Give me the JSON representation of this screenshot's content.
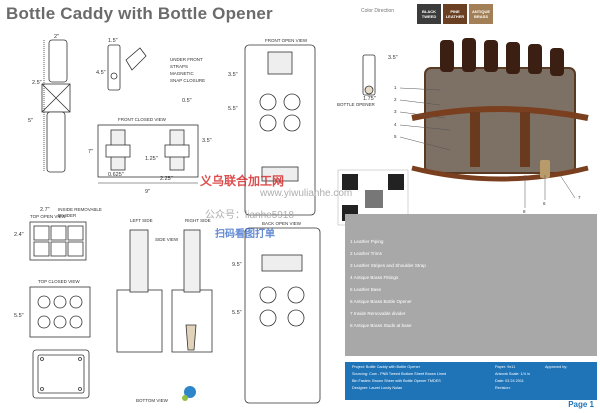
{
  "title": "Bottle Caddy with Bottle Opener",
  "color_direction": {
    "label": "Color Direction",
    "swatches": [
      {
        "label": "BLACK TWEED",
        "color": "#3b3b3b"
      },
      {
        "label": "PINE LEATHER",
        "color": "#6a3f22"
      },
      {
        "label": "ANTIQUE BRASS",
        "color": "#a27f57"
      }
    ]
  },
  "views": {
    "front_open": "FRONT OPEN VIEW",
    "front_closed": "FRONT CLOSED VIEW",
    "top_open": "TOP OPEN VIEW",
    "top_closed": "TOP CLOSED VIEW",
    "left_side": "LEFT SIDE",
    "right_side": "RIGHT SIDE",
    "side": "SIDE VIEW",
    "back_open": "BACK OPEN VIEW",
    "bottom": "BOTTOM VIEW",
    "bottle_opener": "BOTTLE OPENER"
  },
  "notes": {
    "under_front": "UNDER FRONT",
    "straps": "STRAPS",
    "magnetic": "MAGNETIC",
    "snap_closure": "SNAP CLOSURE",
    "inside_removable": "INSIDE REMOVABLE",
    "divider": "DIVIDER"
  },
  "dims": {
    "d2": "2\"",
    "d15": "1.5\"",
    "d45": "4.5\"",
    "d25": "2.5\"",
    "d5": "5\"",
    "d9": "9\"",
    "d7": "7\"",
    "d35": "3.5\"",
    "d05": "0.5\"",
    "d625": "0.625\"",
    "d125": "1.25\"",
    "d225": "2.25\"",
    "d27": "2.7\"",
    "d24": "2.4\"",
    "d55": "5.5\"",
    "d95": "9.5\"",
    "d175": "1.75\"",
    "d55b": "5.5\""
  },
  "legend": [
    "1 Leather Piping",
    "2 Leather Trims",
    "3 Leather Stripes and Shoulder Strap",
    "4 Antique Brass Fittings",
    "5 Leather Base",
    "6 Antique Brass Bottle Opener",
    "7 Inside Removable divider",
    "8 Antique Brass Studs at base"
  ],
  "callouts": [
    "1",
    "2",
    "3",
    "4",
    "5",
    "6",
    "7",
    "8"
  ],
  "info_bar": {
    "project": "Project: Bottle Caddy with Bottle Opener",
    "material": "Sourcing: Cow - PNB Tweed Bottom Sheet Brown Lined",
    "finish": "Bin Fasten: Brown Sheer with Bottle Opener TMDES",
    "designer": "Designer: Laurel Lundy Nolan",
    "paper": "Paper: 9x11",
    "scale": "Artwork Scale: 1/4 in",
    "date": "Date: 03 24 2011",
    "revision": "Revision:",
    "approved": "Approved by:"
  },
  "page_label": "Page 1",
  "watermark": {
    "line1": "义乌联合加工网",
    "url": "www.yiwulianhe.com",
    "line2": "公众号：lianhe5918",
    "line3": "扫码看图打单"
  }
}
